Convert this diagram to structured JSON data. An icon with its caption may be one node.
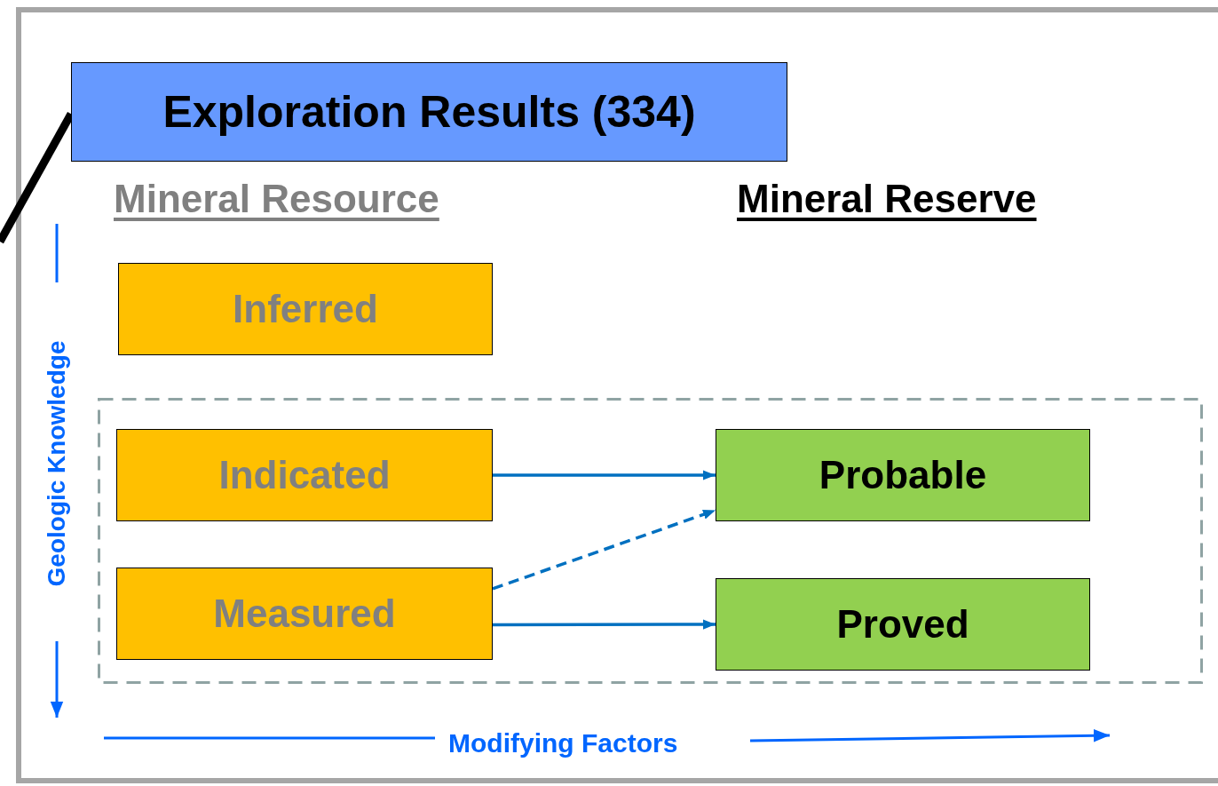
{
  "diagram": {
    "nodes": [
      {
        "text": [
          "Exploration Results (334)"
        ]
      },
      {
        "text": [
          "Inferred"
        ]
      },
      {
        "text": [],
        "shape": "box"
      },
      {
        "text": [
          "Indicated"
        ],
        "in": 2
      },
      {
        "text": [
          "Measured"
        ],
        "in": 2
      },
      {
        "text": [
          "Probable"
        ],
        "in": 2
      },
      {
        "text": [
          "Proved"
        ],
        "in": 2
      }
    ],
    "edges": [
      {
        "from": null,
        "to": 0,
        "arrow": "none",
        "style": "thick",
        "color": "#000000"
      },
      {
        "from": 3,
        "to": 5,
        "arrow": "to"
      },
      {
        "from": 4,
        "to": 5,
        "arrow": "to",
        "style": "dashed"
      },
      {
        "from": 4,
        "to": 6,
        "arrow": "to"
      }
    ],
    "labels": [
      "Mineral Resource",
      "Mineral Reserve",
      "Geologic Knowledge",
      "Modifying Factors"
    ]
  }
}
